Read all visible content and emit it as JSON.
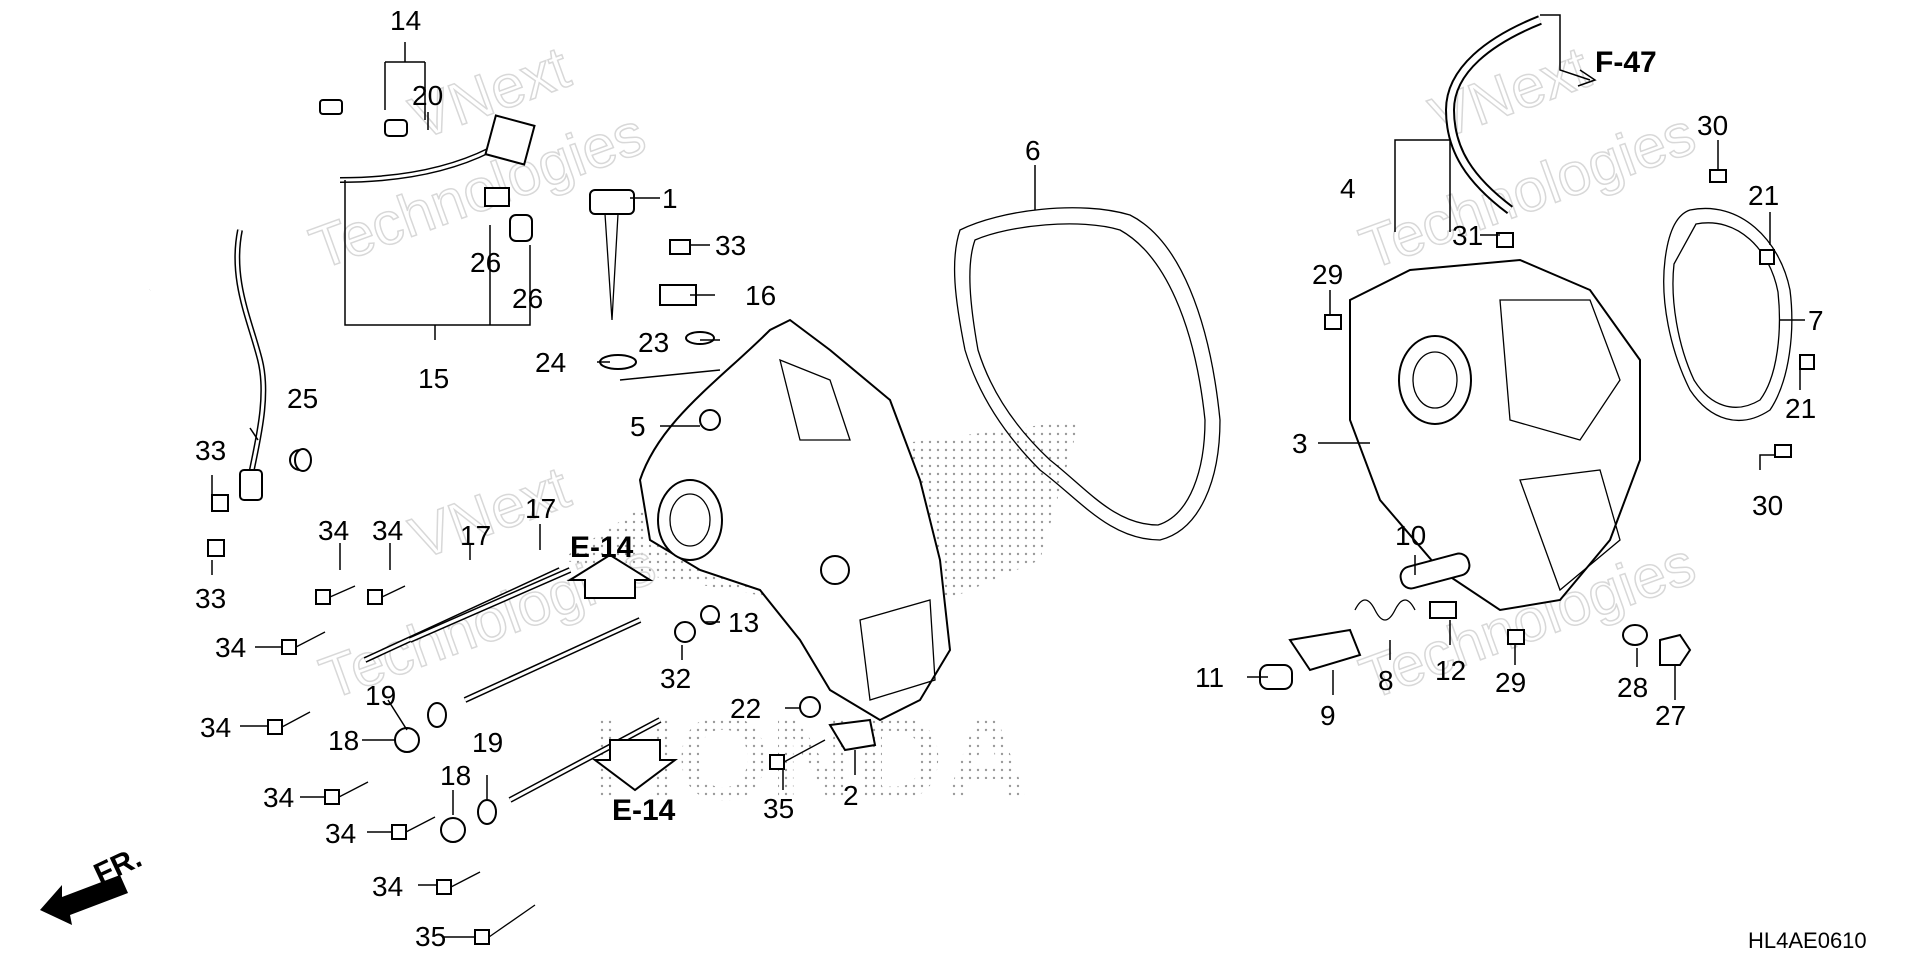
{
  "diagram_code": "HL4AE0610",
  "front_label": "FR.",
  "watermark": {
    "line1": "VNext",
    "line2": "Technologies"
  },
  "reference_labels": [
    "F-47",
    "E-14",
    "E-14"
  ],
  "background_brand": "HONDA",
  "callouts": [
    "14",
    "20",
    "1",
    "26",
    "26",
    "15",
    "33",
    "16",
    "23",
    "24",
    "25",
    "33",
    "33",
    "5",
    "6",
    "4",
    "31",
    "30",
    "21",
    "29",
    "7",
    "21",
    "3",
    "30",
    "17",
    "17",
    "34",
    "34",
    "34",
    "34",
    "19",
    "18",
    "18",
    "19",
    "34",
    "34",
    "34",
    "35",
    "13",
    "32",
    "22",
    "35",
    "2",
    "10",
    "8",
    "12",
    "11",
    "9",
    "29",
    "28",
    "27"
  ]
}
